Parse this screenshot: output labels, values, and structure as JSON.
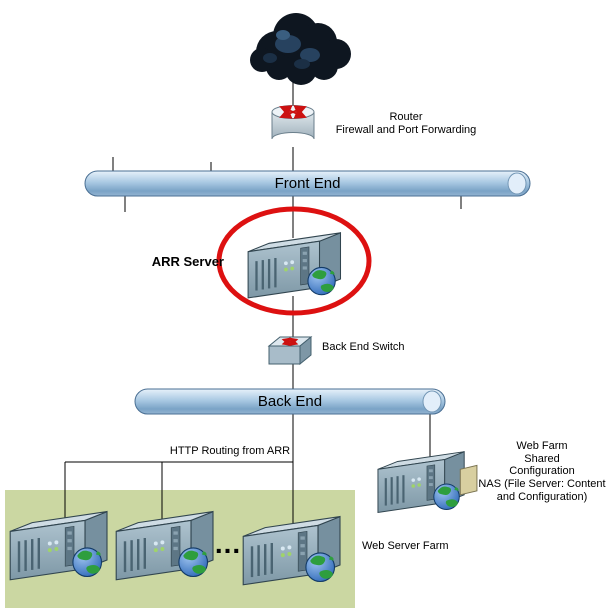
{
  "labels": {
    "router": "Router\nFirewall and Port Forwarding",
    "front_end": "Front End",
    "arr_server": "ARR Server",
    "back_end_switch": "Back End Switch",
    "back_end": "Back End",
    "http_routing": "HTTP Routing from ARR",
    "web_server_farm": "Web Server Farm",
    "nas": "Web Farm\nShared\nConfiguration\nNAS (File Server: Content\nand Configuration)",
    "ellipsis": "..."
  },
  "icons": {
    "cloud": "internet-cloud-icon",
    "router": "router-icon",
    "switch": "switch-icon",
    "server": "server-icon",
    "globe": "globe-icon",
    "nas": "nas-server-icon"
  },
  "colors": {
    "highlight_red": "#dd1111",
    "farm_panel_green": "#cbd7a2",
    "pipe_top": "#e7f1fa",
    "pipe_bottom": "#7aa3c6",
    "cloud_dark": "#0e1620",
    "server_body": "#a9bfcc",
    "globe_ocean": "#2a6fd4",
    "globe_land": "#2e9e3e",
    "nas_tan": "#d8cfa0",
    "connector_black": "#000000",
    "arrow_red": "#cc1111"
  }
}
